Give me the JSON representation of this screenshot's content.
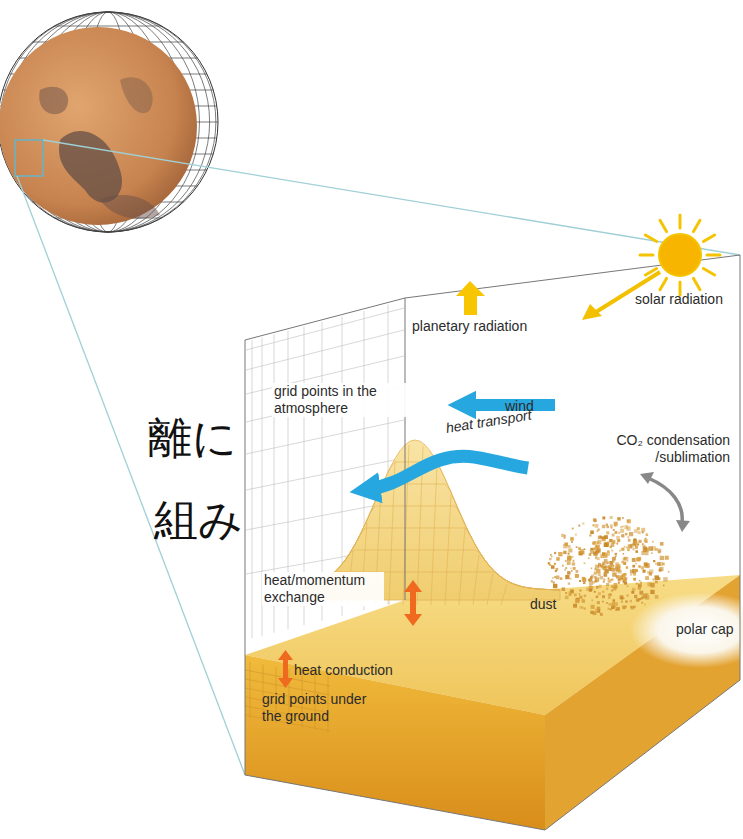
{
  "diagram": {
    "labels": [
      "solar radiation",
      "planetary radiation",
      "grid points in the atmosphere",
      "wind",
      "heat transport",
      "CO₂ condensation /sublimation",
      "離に",
      "heat/momentum exchange",
      "dust",
      "polar cap",
      "組み",
      "heat conduction",
      "grid points under the ground"
    ]
  }
}
